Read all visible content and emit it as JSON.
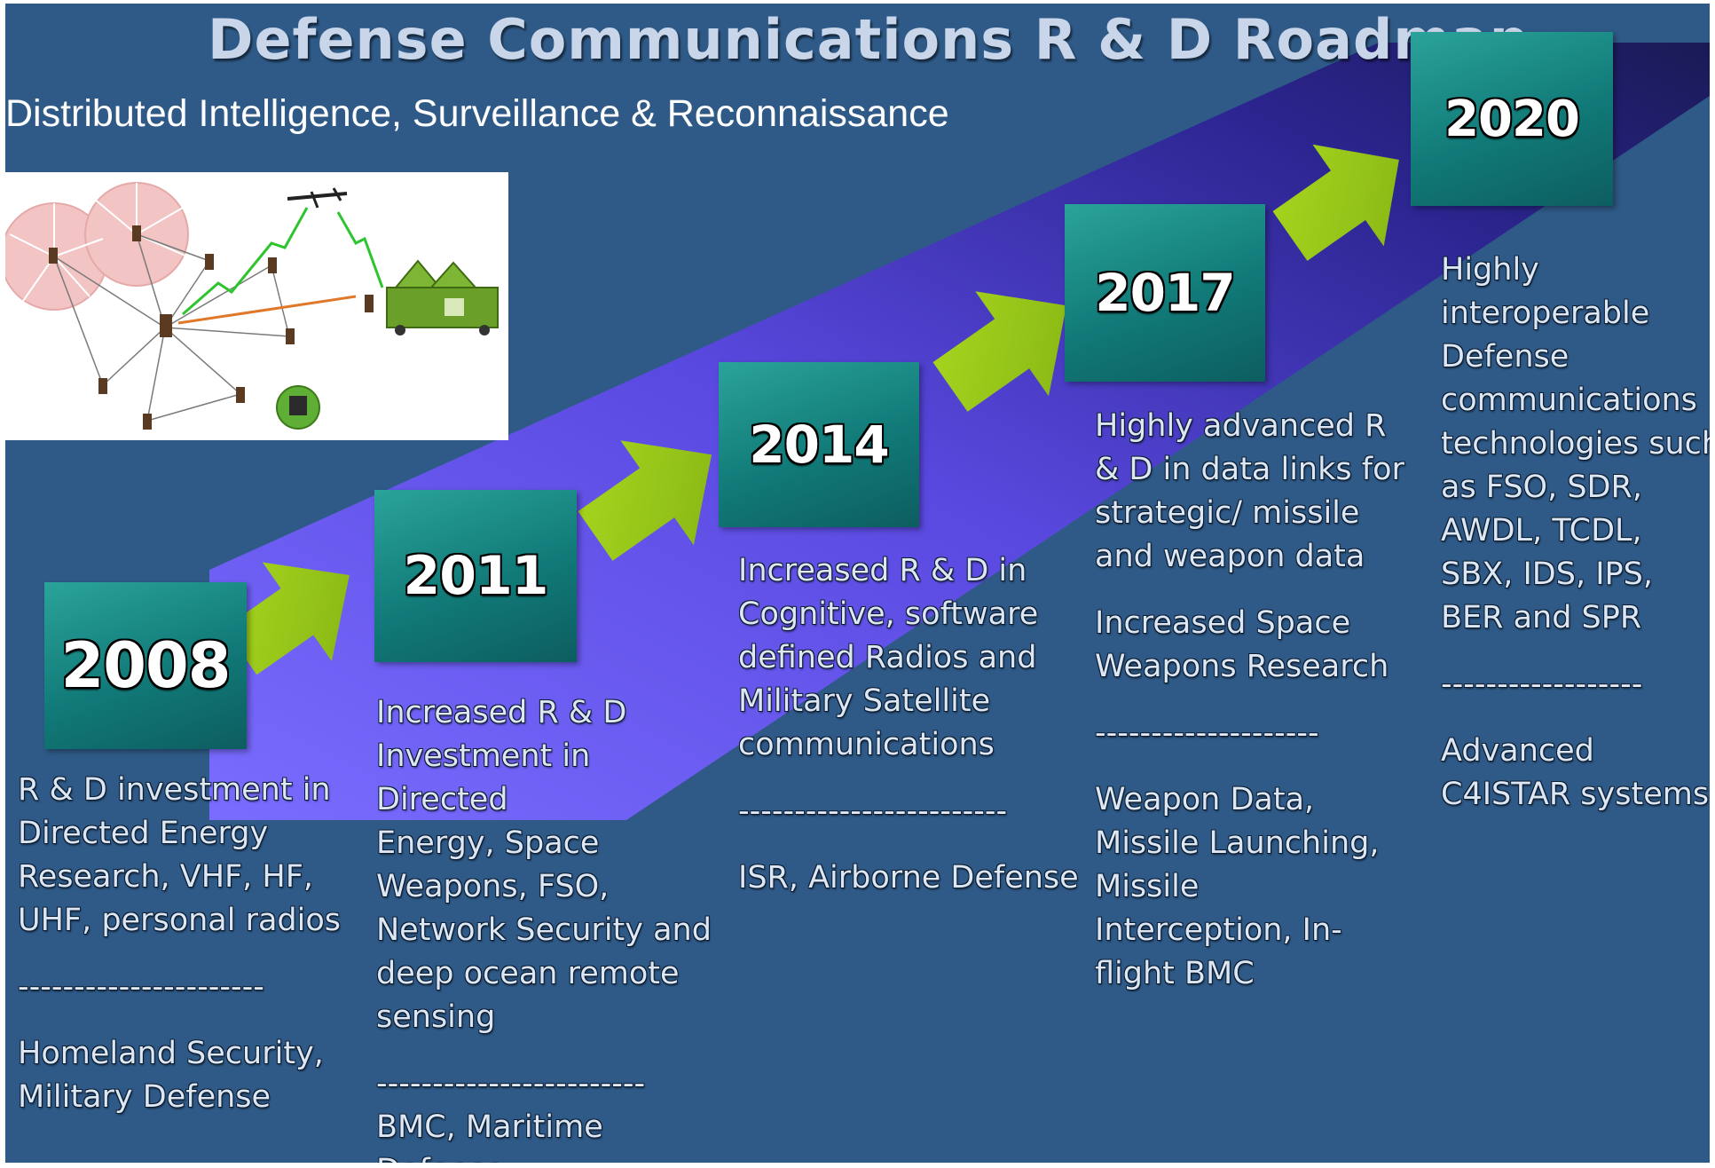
{
  "title": "Defense Communications R & D Roadmap",
  "subtitle": "Distributed Intelligence, Surveillance & Reconnaissance",
  "colors": {
    "panel_bg": "#2f5a88",
    "ramp": "#6a5cf0",
    "year_box": "#138381",
    "arrow": "#9ccc1a"
  },
  "milestones": [
    {
      "year": "2008",
      "rd_lines": [
        "R & D investment in",
        "Directed Energy",
        "Research, VHF, HF,",
        "UHF, personal radios"
      ],
      "dashes": "----------------------",
      "app_lines": [
        "Homeland Security,",
        "Military Defense"
      ]
    },
    {
      "year": "2011",
      "rd_lines": [
        "Increased R & D",
        "Investment in Directed",
        "Energy, Space",
        "Weapons, FSO,",
        "Network Security and",
        "deep ocean remote",
        "sensing"
      ],
      "dashes": "------------------------",
      "app_lines": [
        "BMC, Maritime",
        "Defense"
      ]
    },
    {
      "year": "2014",
      "rd_lines": [
        "Increased R & D in",
        "Cognitive, software",
        "defined Radios and",
        "Military Satellite",
        "communications"
      ],
      "dashes": "------------------------",
      "app_lines": [
        "ISR, Airborne Defense"
      ]
    },
    {
      "year": "2017",
      "rd_lines": [
        "Highly advanced R",
        "& D in data links for",
        "strategic/ missile",
        "and weapon data"
      ],
      "rd2_lines": [
        "Increased Space",
        "Weapons Research"
      ],
      "dashes": "--------------------",
      "app_lines": [
        "Weapon Data,",
        "Missile Launching,",
        "Missile",
        "Interception, In-",
        "flight BMC"
      ]
    },
    {
      "year": "2020",
      "rd_lines": [
        "Highly",
        "interoperable",
        "Defense",
        "communications",
        "technologies such",
        "as FSO, SDR,",
        "AWDL, TCDL,",
        "SBX, IDS, IPS,",
        "BER and SPR"
      ],
      "dashes": "------------------",
      "app_lines": [
        "Advanced",
        "C4ISTAR systems"
      ]
    }
  ],
  "illustration": {
    "icons": [
      "uav-icon",
      "sensor-node-icon",
      "radar-coverage-icon",
      "command-station-icon",
      "handheld-device-icon"
    ]
  }
}
